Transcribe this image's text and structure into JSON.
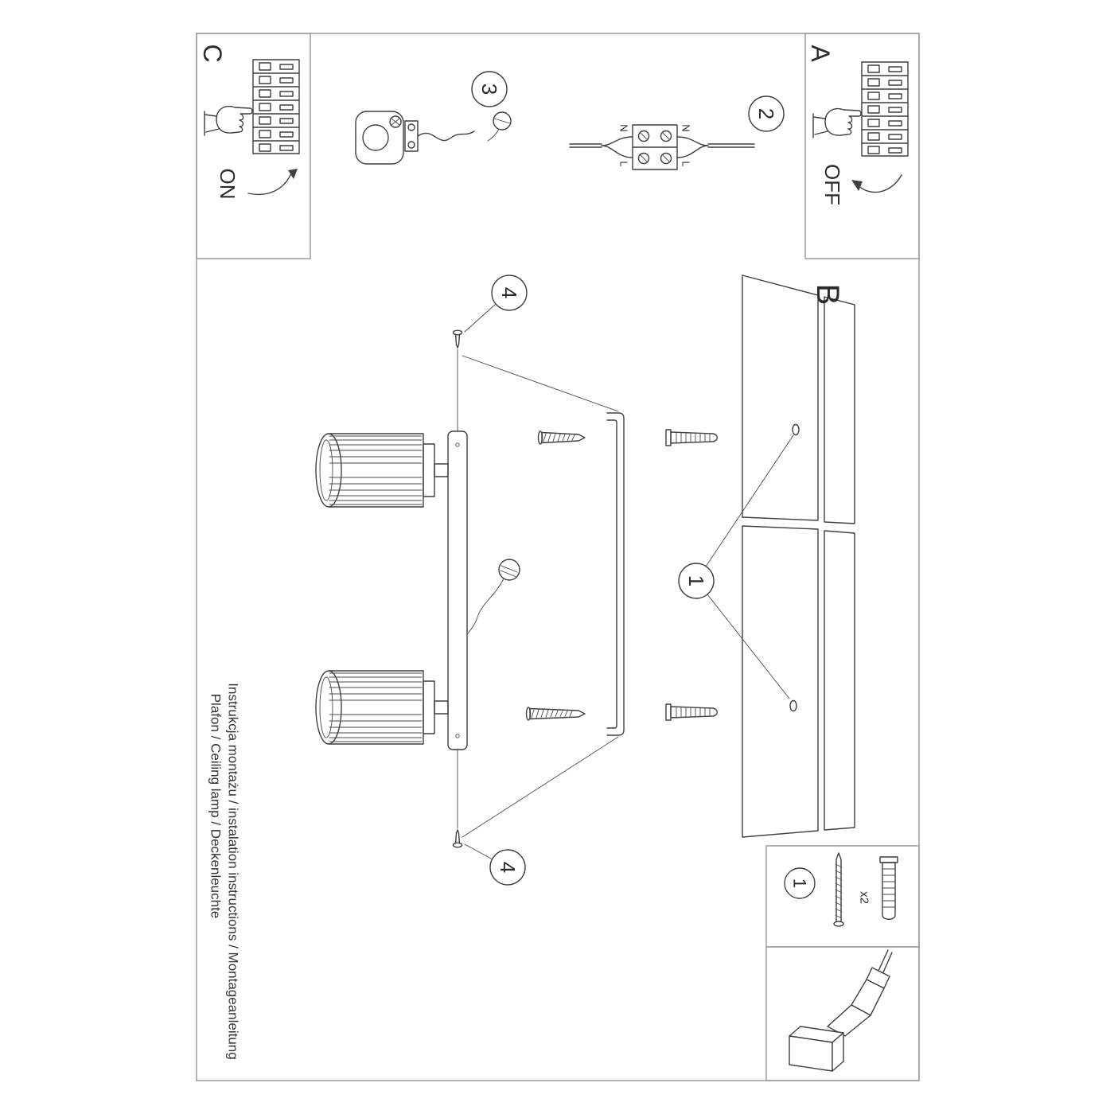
{
  "colors": {
    "ink": "#3f3f3f",
    "frame": "#979797",
    "background": "#ffffff"
  },
  "labels": {
    "panel_a": "A",
    "panel_b": "B",
    "panel_c": "C",
    "switch_on": "ON",
    "switch_off": "OFF",
    "step_1": "1",
    "step_2": "2",
    "step_3": "3",
    "step_4": "4",
    "wire_neutral": "N",
    "wire_live": "L",
    "hardware_quantity": "x2"
  },
  "footer": {
    "title_line": "Instrukcja montażu / instalation instructions / Montageanleitung",
    "product_line": "Plafon / Ceiling lamp / Deckenleuchte"
  }
}
